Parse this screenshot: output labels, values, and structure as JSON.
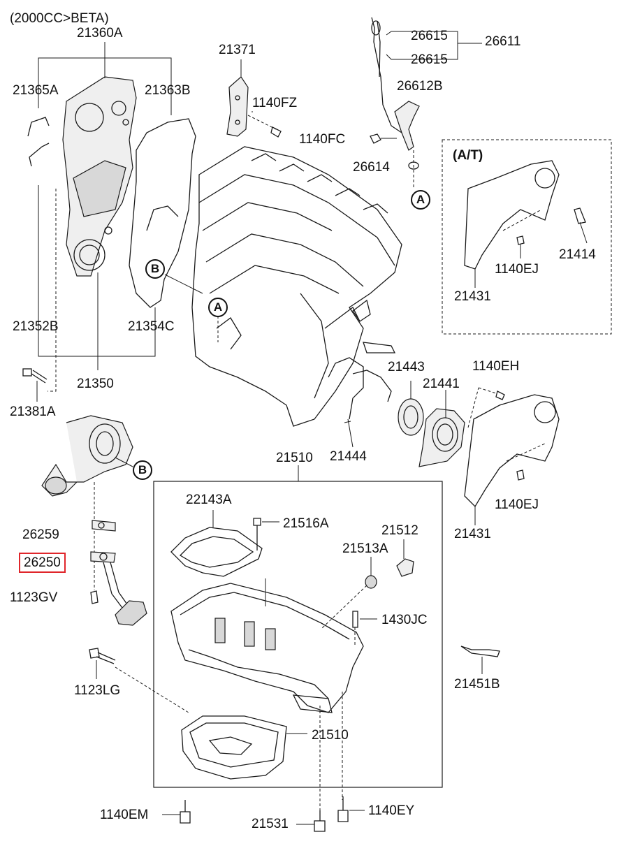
{
  "header_note": "(2000CC>BETA)",
  "inset_label": "(A/T)",
  "callouts": {
    "A1": "A",
    "A2": "A",
    "B1": "B",
    "B2": "B"
  },
  "part_numbers": {
    "p21360A": "21360A",
    "p21365A": "21365A",
    "p21363B": "21363B",
    "p21371": "21371",
    "p1140FZ": "1140FZ",
    "p26615a": "26615",
    "p26615b": "26615",
    "p26611": "26611",
    "p26612B": "26612B",
    "p1140FC": "1140FC",
    "p26614": "26614",
    "p21414": "21414",
    "p1140EJa": "1140EJ",
    "p21431a": "21431",
    "p21352B": "21352B",
    "p21354C": "21354C",
    "p21350": "21350",
    "p21381A": "21381A",
    "p21443": "21443",
    "p21441": "21441",
    "p1140EH": "1140EH",
    "p21444": "21444",
    "p21510a": "21510",
    "p1140EJb": "1140EJ",
    "p21431b": "21431",
    "p22143A": "22143A",
    "p21516A": "21516A",
    "p21512": "21512",
    "p21513A": "21513A",
    "p26259": "26259",
    "p26250": "26250",
    "p1123GV": "1123GV",
    "p1430JC": "1430JC",
    "p1123LG": "1123LG",
    "p21451B": "21451B",
    "p21510b": "21510",
    "p1140EM": "1140EM",
    "p21531": "21531",
    "p1140EY": "1140EY"
  },
  "highlight_color": "#e0262b"
}
